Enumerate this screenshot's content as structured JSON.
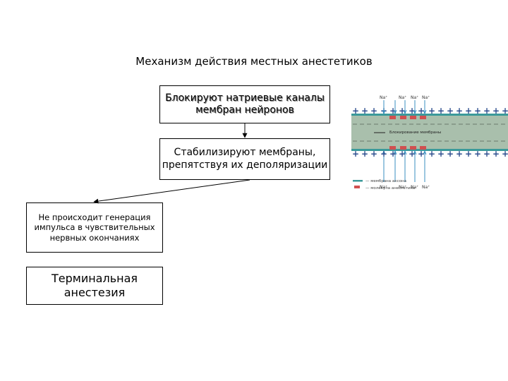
{
  "title": "Механизм действия местных анестетиков",
  "boxes": {
    "block": "Блокируют натриевые каналы мембран нейронов",
    "stabilize": "Стабилизируют мембраны, препятствуя их деполяризации",
    "no_impulse": "Не происходит генерация импульса в чувствительных нервных окончаниях",
    "terminal": "Терминальная анестезия"
  },
  "figure": {
    "na_label": "Na⁺",
    "plus": "+",
    "center_label": "Блокирование мембраны",
    "legend": [
      "— мембрана аксона",
      "— молекула анестетика"
    ],
    "colors": {
      "membrane": "#3b9a9a",
      "axon": "#a9bfac",
      "anesthetic": "#d05050",
      "arrow": "#3a8fc0"
    }
  }
}
